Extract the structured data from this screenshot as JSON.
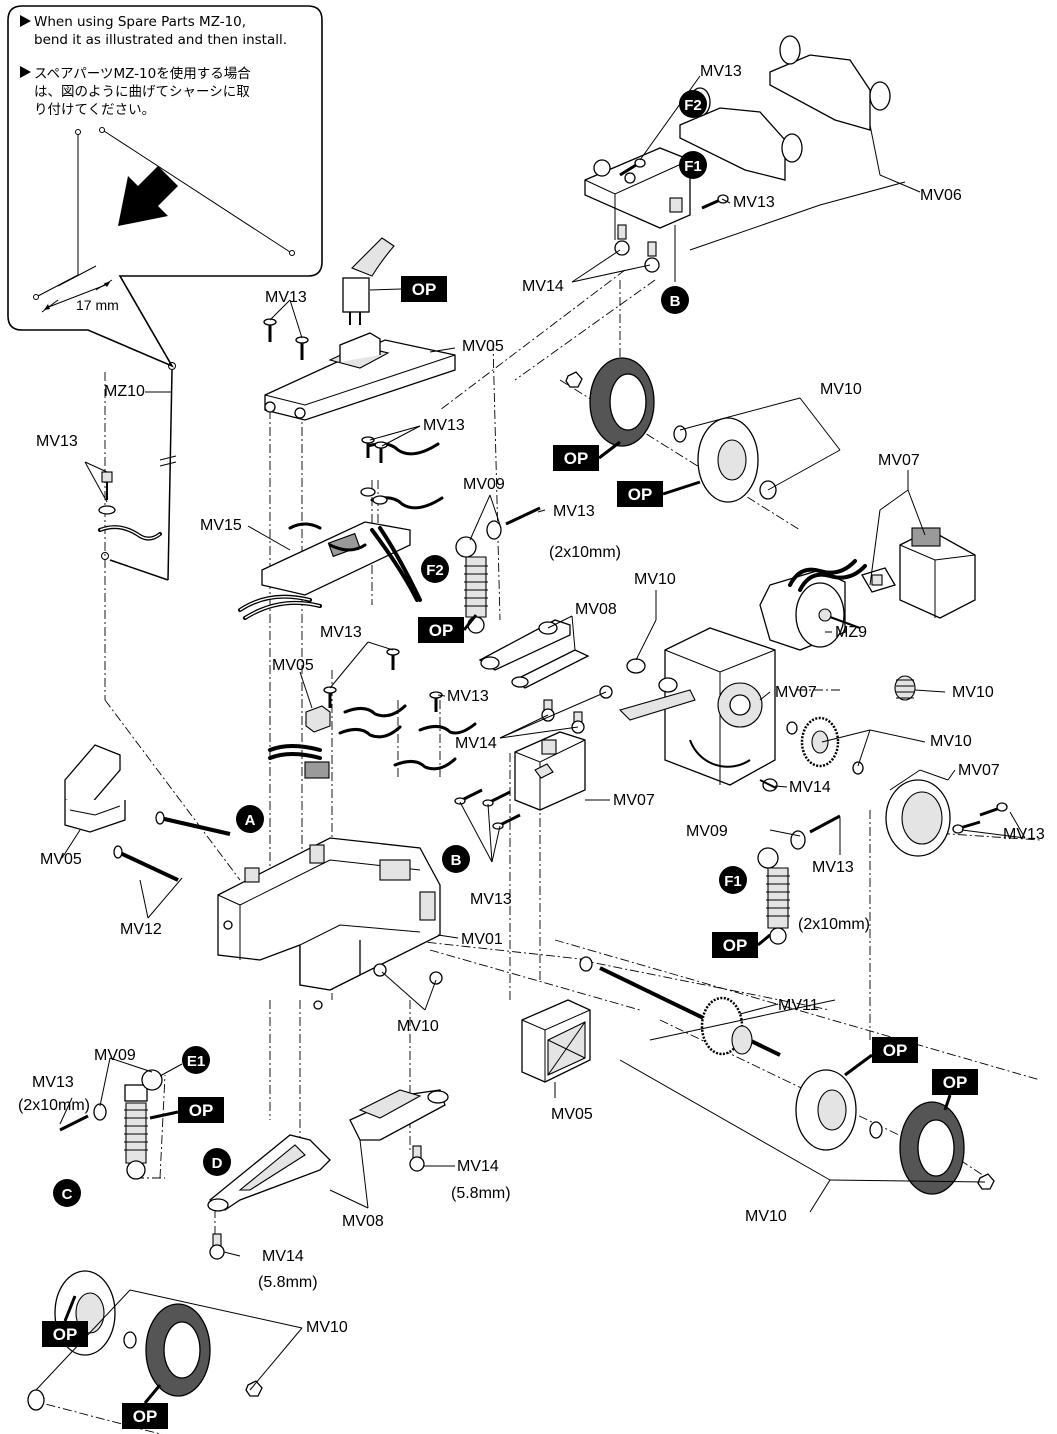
{
  "note": {
    "en": [
      "When using Spare Parts MZ-10,",
      "bend it as illustrated and then install."
    ],
    "ja": [
      "スペアパーツMZ-10を使用する場合",
      "は、図のように曲げてシャーシに取",
      "り付けてください。"
    ],
    "dimension": "17 mm"
  },
  "parts": {
    "mv01": "MV01",
    "mv05": "MV05",
    "mv06": "MV06",
    "mv07": "MV07",
    "mv08": "MV08",
    "mv09": "MV09",
    "mv10": "MV10",
    "mv11": "MV11",
    "mv12": "MV12",
    "mv13": "MV13",
    "mv14": "MV14",
    "mv15": "MV15",
    "mz9": "MZ9",
    "mz10": "MZ10"
  },
  "sizes": {
    "screw": "(2x10mm)",
    "ball": "(5.8mm)"
  },
  "op": "OP",
  "markers": {
    "a": "A",
    "b": "B",
    "c": "C",
    "d": "D",
    "e1": "E1",
    "f1": "F1",
    "f2": "F2"
  },
  "colors": {
    "ink": "#000000",
    "paper": "#ffffff",
    "shade": "#e4e4e4"
  }
}
